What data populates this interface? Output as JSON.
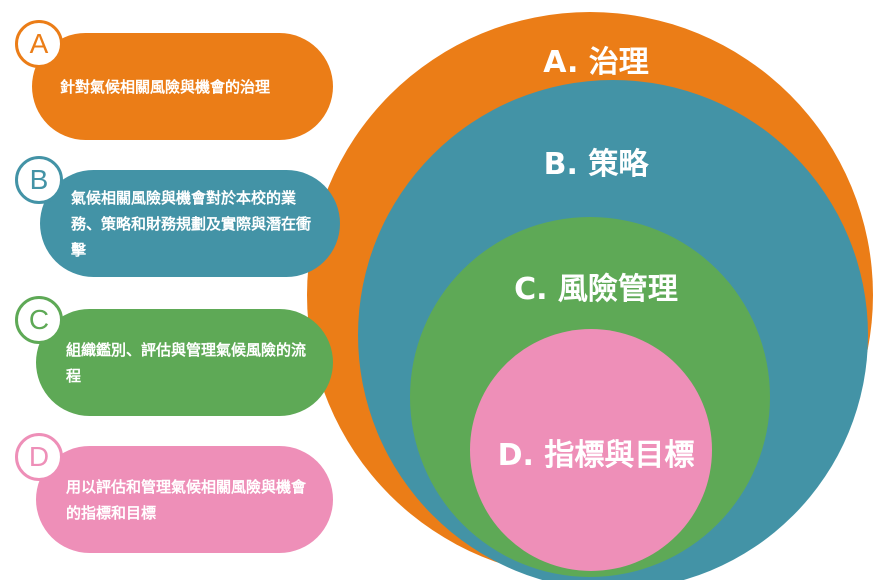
{
  "colors": {
    "a": "#EB7D17",
    "b": "#4393A6",
    "c": "#5EA956",
    "d": "#EE8FB8"
  },
  "items": [
    {
      "letter": "A",
      "text": "針對氣候相關風險與機會的治理"
    },
    {
      "letter": "B",
      "text": "氣候相關風險與機會對於本校的業務、策略和財務規劃及實際與潛在衝擊"
    },
    {
      "letter": "C",
      "text": "組織鑑別、評估與管理氣候風險的流程"
    },
    {
      "letter": "D",
      "text": "用以評估和管理氣候相關風險與機會的指標和目標"
    }
  ],
  "rings": [
    {
      "label": "A. 治理"
    },
    {
      "label": "B. 策略"
    },
    {
      "label": "C. 風險管理"
    },
    {
      "label": "D. 指標與目標"
    }
  ]
}
